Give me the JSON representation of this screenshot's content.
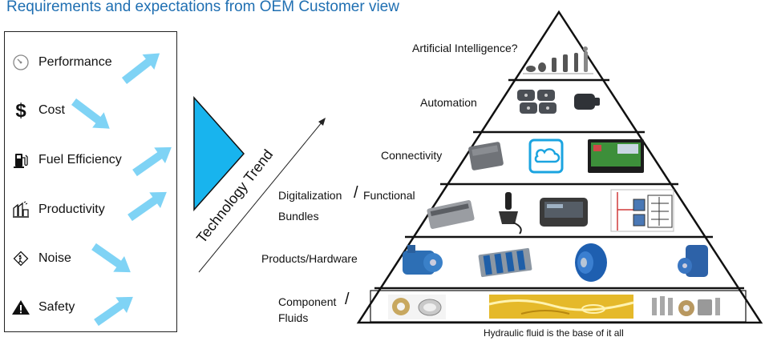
{
  "title": "Requirements and expectations from OEM Customer view",
  "requirements": [
    {
      "label": "Performance",
      "icon": "gauge-icon",
      "trend": "up"
    },
    {
      "label": "Cost",
      "icon": "dollar-icon",
      "trend": "down"
    },
    {
      "label": "Fuel Efficiency",
      "icon": "fuel-pump-icon",
      "trend": "up"
    },
    {
      "label": "Productivity",
      "icon": "productivity-icon",
      "trend": "up"
    },
    {
      "label": "Noise",
      "icon": "noise-sign-icon",
      "trend": "down"
    },
    {
      "label": "Safety",
      "icon": "warning-icon",
      "trend": "up"
    }
  ],
  "trend_label": "Technology Trend",
  "pyramid": {
    "levels": [
      {
        "label": "Artificial Intelligence?",
        "images": [
          "robot-evolution-icon"
        ]
      },
      {
        "label": "Automation",
        "images": [
          "sensor-icon",
          "sensor-icon"
        ]
      },
      {
        "label": "Connectivity",
        "images": [
          "telematics-box-icon",
          "cloud-icon",
          "display-screen-icon"
        ]
      },
      {
        "label_line1": "Digitalization",
        "slash": "/",
        "label_line1b": "Functional",
        "label_line2": "Bundles",
        "images": [
          "ecu-icon",
          "joystick-icon",
          "display-screen-icon",
          "circuit-diagram-icon"
        ]
      },
      {
        "label": "Products/Hardware",
        "images": [
          "pump-icon",
          "valve-block-icon",
          "motor-icon",
          "pump-icon"
        ]
      },
      {
        "label_line1": "Component",
        "slash": "/",
        "label_line2": "Fluids",
        "images": [
          "bearing-icon",
          "hydraulic-fluid-icon",
          "piston-parts-icon"
        ]
      }
    ],
    "caption": "Hydraulic fluid is the base of it all"
  },
  "colors": {
    "title": "#1f6fb2",
    "arrow": "#7fd3f5",
    "triangle": "#18b4ee"
  }
}
